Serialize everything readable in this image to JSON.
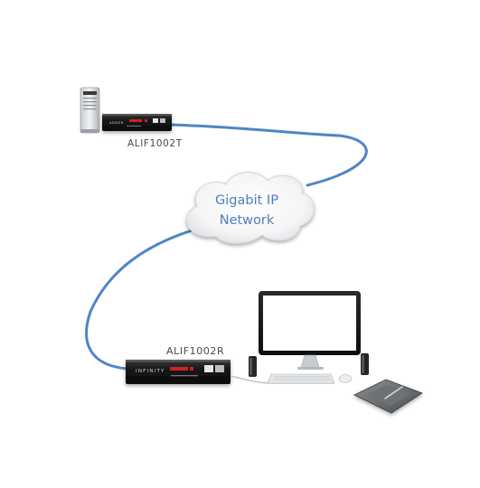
{
  "labels": {
    "transmitter": "ALIF1002T",
    "receiver": "ALIF1002R",
    "network_line1": "Gigabit IP",
    "network_line2": "Network",
    "device_brand": "INFINITY"
  },
  "colors": {
    "cable": "#4f85c6",
    "network_text": "#4f7fb8",
    "device_body": "#1b1b1b",
    "device_led": "#d02020"
  }
}
